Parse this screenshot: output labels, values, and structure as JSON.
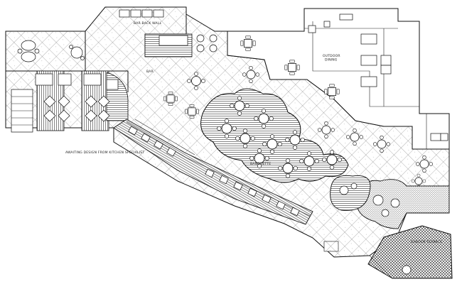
{
  "drawing": {
    "labels": {
      "top_room": "BAR BACK WALL",
      "outdoor_dining": "OUTDOOR\nDINING",
      "kitchen_note": "AWAITING DESIGN FROM KITCHEN SPECIALIST",
      "corner_room": "GARDEN TERRACE",
      "mid_note": "BANQUETTE",
      "bar_note": "BAR"
    }
  }
}
